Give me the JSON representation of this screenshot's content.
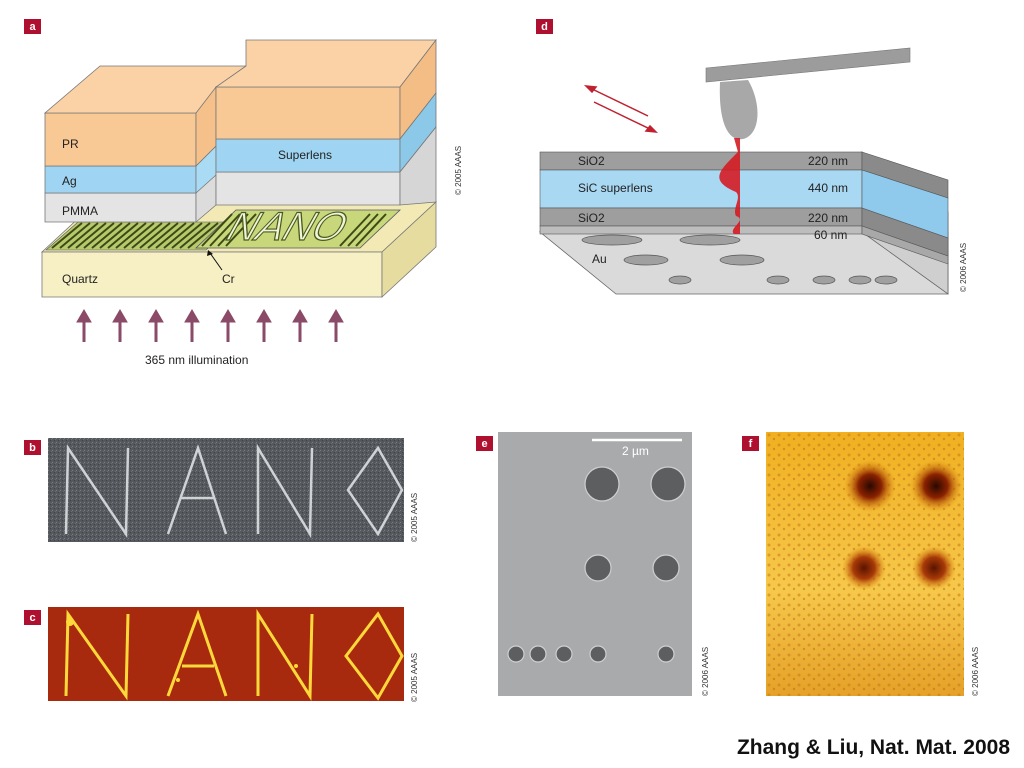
{
  "panels": {
    "a": {
      "tag": "a",
      "labels": {
        "pr": "PR",
        "ag": "Ag",
        "pmma": "PMMA",
        "superlens": "Superlens",
        "quartz": "Quartz",
        "cr": "Cr",
        "nano": "NANO"
      },
      "illumination": "365 nm illumination",
      "copyright": "© 2005 AAAS"
    },
    "b": {
      "tag": "b",
      "text": "NANO",
      "copyright": "© 2005 AAAS"
    },
    "c": {
      "tag": "c",
      "text": "NANO",
      "copyright": "© 2005 AAAS"
    },
    "d": {
      "tag": "d",
      "layers": [
        {
          "name": "SiO2",
          "thickness": "220 nm"
        },
        {
          "name": "SiC superlens",
          "thickness": "440 nm"
        },
        {
          "name": "SiO2",
          "thickness": "220 nm"
        },
        {
          "name": "",
          "thickness": "60 nm"
        }
      ],
      "substrate": "Au",
      "copyright": "© 2006 AAAS"
    },
    "e": {
      "tag": "e",
      "scale": "2 µm",
      "copyright": "© 2006 AAAS"
    },
    "f": {
      "tag": "f",
      "copyright": "© 2006 AAAS"
    }
  },
  "credit": "Zhang & Liu, Nat. Mat. 2008"
}
